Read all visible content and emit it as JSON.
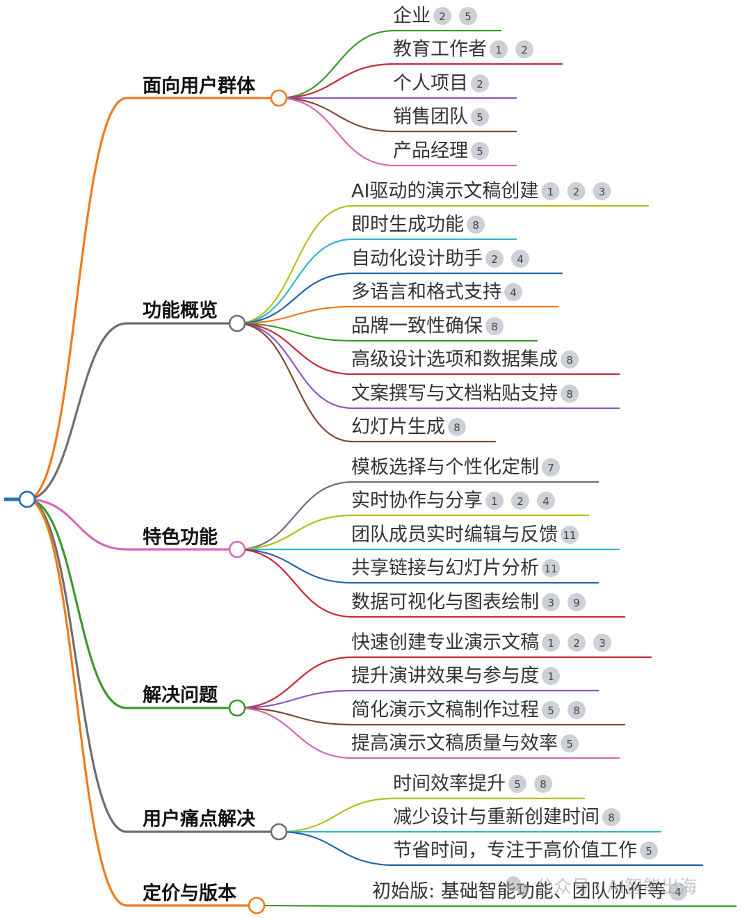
{
  "root": {
    "color": "#2f6fb5"
  },
  "branches": [
    {
      "label": "面向用户群体",
      "color": "#f07a1a",
      "leaves": [
        {
          "label": "企业",
          "refs": [
            "2",
            "5"
          ],
          "color": "#3a9a2a"
        },
        {
          "label": "教育工作者",
          "refs": [
            "1",
            "2"
          ],
          "color": "#c8283a"
        },
        {
          "label": "个人项目",
          "refs": [
            "2"
          ],
          "color": "#8a55c0"
        },
        {
          "label": "销售团队",
          "refs": [
            "5"
          ],
          "color": "#7a4a35"
        },
        {
          "label": "产品经理",
          "refs": [
            "5"
          ],
          "color": "#d965b8"
        }
      ]
    },
    {
      "label": "功能概览",
      "color": "#6e6e6e",
      "leaves": [
        {
          "label": "AI驱动的演示文稿创建",
          "refs": [
            "1",
            "2",
            "3"
          ],
          "color": "#b8bd1c"
        },
        {
          "label": "即时生成功能",
          "refs": [
            "8"
          ],
          "color": "#2fb6c9"
        },
        {
          "label": "自动化设计助手",
          "refs": [
            "2",
            "4"
          ],
          "color": "#2364a8"
        },
        {
          "label": "多语言和格式支持",
          "refs": [
            "4"
          ],
          "color": "#f07a1a"
        },
        {
          "label": "品牌一致性确保",
          "refs": [
            "8"
          ],
          "color": "#3a9a2a"
        },
        {
          "label": "高级设计选项和数据集成",
          "refs": [
            "8"
          ],
          "color": "#c8283a"
        },
        {
          "label": "文案撰写与文档粘贴支持",
          "refs": [
            "8"
          ],
          "color": "#8a55c0"
        },
        {
          "label": "幻灯片生成",
          "refs": [
            "8"
          ],
          "color": "#7a4a35"
        }
      ]
    },
    {
      "label": "特色功能",
      "color": "#d965b8",
      "leaves": [
        {
          "label": "模板选择与个性化定制",
          "refs": [
            "7"
          ],
          "color": "#6e6e6e"
        },
        {
          "label": "实时协作与分享",
          "refs": [
            "1",
            "2",
            "4"
          ],
          "color": "#b8bd1c"
        },
        {
          "label": "团队成员实时编辑与反馈",
          "refs": [
            "11"
          ],
          "color": "#2fb6c9"
        },
        {
          "label": "共享链接与幻灯片分析",
          "refs": [
            "11"
          ],
          "color": "#2364a8"
        },
        {
          "label": "数据可视化与图表绘制",
          "refs": [
            "3",
            "9"
          ],
          "color": "#c8283a"
        }
      ]
    },
    {
      "label": "解决问题",
      "color": "#3a9a2a",
      "leaves": [
        {
          "label": "快速创建专业演示文稿",
          "refs": [
            "1",
            "2",
            "3"
          ],
          "color": "#c8283a"
        },
        {
          "label": "提升演讲效果与参与度",
          "refs": [
            "1"
          ],
          "color": "#8a55c0"
        },
        {
          "label": "简化演示文稿制作过程",
          "refs": [
            "5",
            "8"
          ],
          "color": "#7a4a35"
        },
        {
          "label": "提高演示文稿质量与效率",
          "refs": [
            "5"
          ],
          "color": "#d965b8"
        }
      ]
    },
    {
      "label": "用户痛点解决",
      "color": "#6e6e6e",
      "leaves": [
        {
          "label": "时间效率提升",
          "refs": [
            "5",
            "8"
          ],
          "color": "#b8bd1c"
        },
        {
          "label": "减少设计与重新创建时间",
          "refs": [
            "8"
          ],
          "color": "#2fb6c9"
        },
        {
          "label": "节省时间，专注于高价值工作",
          "refs": [
            "5"
          ],
          "color": "#2364a8"
        }
      ]
    },
    {
      "label": "定价与版本",
      "color": "#f07a1a",
      "leaves": [
        {
          "label": "初始版: 基础智能功能、团队协作等",
          "refs": [
            "4"
          ],
          "color": "#3a9a2a"
        }
      ]
    }
  ],
  "watermark": {
    "text": "公众号 · AI智能出海",
    "icon": "wechat-icon"
  }
}
